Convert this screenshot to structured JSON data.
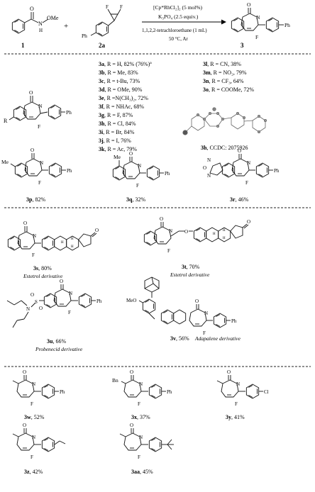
{
  "reaction": {
    "reagent_line1": "[Cp*RhCl₂]₂ (5 mol%)",
    "reagent_line2": "K₃PO₄ (2.5 equiv.)",
    "solvent": "1,1,2,2-tetrachloroethane (1 mL)",
    "conditions": "50 °C, Ar",
    "sub1_label": "1",
    "sub2_label": "2a",
    "prod_label": "3",
    "plus": "+"
  },
  "atoms": {
    "O": "O",
    "N": "N",
    "H": "H",
    "OMe": "OMe",
    "F": "F",
    "Ph": "Ph",
    "R": "R",
    "Me": "Me",
    "Bn": "Bn",
    "Cl": "Cl",
    "MeO": "MeO",
    "S": "S"
  },
  "table_left": [
    {
      "id": "3a",
      "text": ", R = H, 82% (76%)",
      "sup": "a"
    },
    {
      "id": "3b",
      "text": ", R = Me, 83%"
    },
    {
      "id": "3c",
      "text": ", R = t-Bu, 73%"
    },
    {
      "id": "3d",
      "text": ", R = OMe, 90%"
    },
    {
      "id": "3e",
      "text": ", R =N(CH₃)₂, 72%"
    },
    {
      "id": "3f",
      "text": ", R = NHAc, 68%"
    },
    {
      "id": "3g",
      "text": ", R = F, 87%"
    },
    {
      "id": "3h",
      "text": ", R = Cl, 84%"
    },
    {
      "id": "3i",
      "text": ", R = Br, 84%"
    },
    {
      "id": "3j",
      "text": ", R = I, 76%"
    },
    {
      "id": "3k",
      "text": ", R = Ac, 79%"
    }
  ],
  "table_right": [
    {
      "id": "3l",
      "text": ", R = CN, 38%"
    },
    {
      "id": "3m",
      "text": ", R = NO₂, 79%"
    },
    {
      "id": "3n",
      "text": ", R = CF₃, 64%"
    },
    {
      "id": "3o",
      "text": ", R = COOMe, 72%"
    }
  ],
  "crystal": {
    "id": "3h",
    "text": ", CCDC: 2075926"
  },
  "products": {
    "p3p": {
      "id": "3p",
      "yield": ", 82%"
    },
    "p3q": {
      "id": "3q",
      "yield": ", 32%"
    },
    "p3r": {
      "id": "3r",
      "yield": ", 46%"
    },
    "p3s": {
      "id": "3s",
      "yield": ", 80%",
      "note": "Estetrol derivative"
    },
    "p3t": {
      "id": "3t",
      "yield": ", 70%",
      "note": "Estetrol derivative"
    },
    "p3u": {
      "id": "3u",
      "yield": ", 66%",
      "note": "Probenecid derivative"
    },
    "p3v": {
      "id": "3v",
      "yield": ", 56%",
      "note": "Adapalene derivative"
    },
    "p3w": {
      "id": "3w",
      "yield": ", 52%"
    },
    "p3x": {
      "id": "3x",
      "yield": ", 37%"
    },
    "p3y": {
      "id": "3y",
      "yield": ", 41%"
    },
    "p3z": {
      "id": "3z",
      "yield": ", 42%"
    },
    "p3aa": {
      "id": "3aa",
      "yield": ", 45%"
    }
  }
}
